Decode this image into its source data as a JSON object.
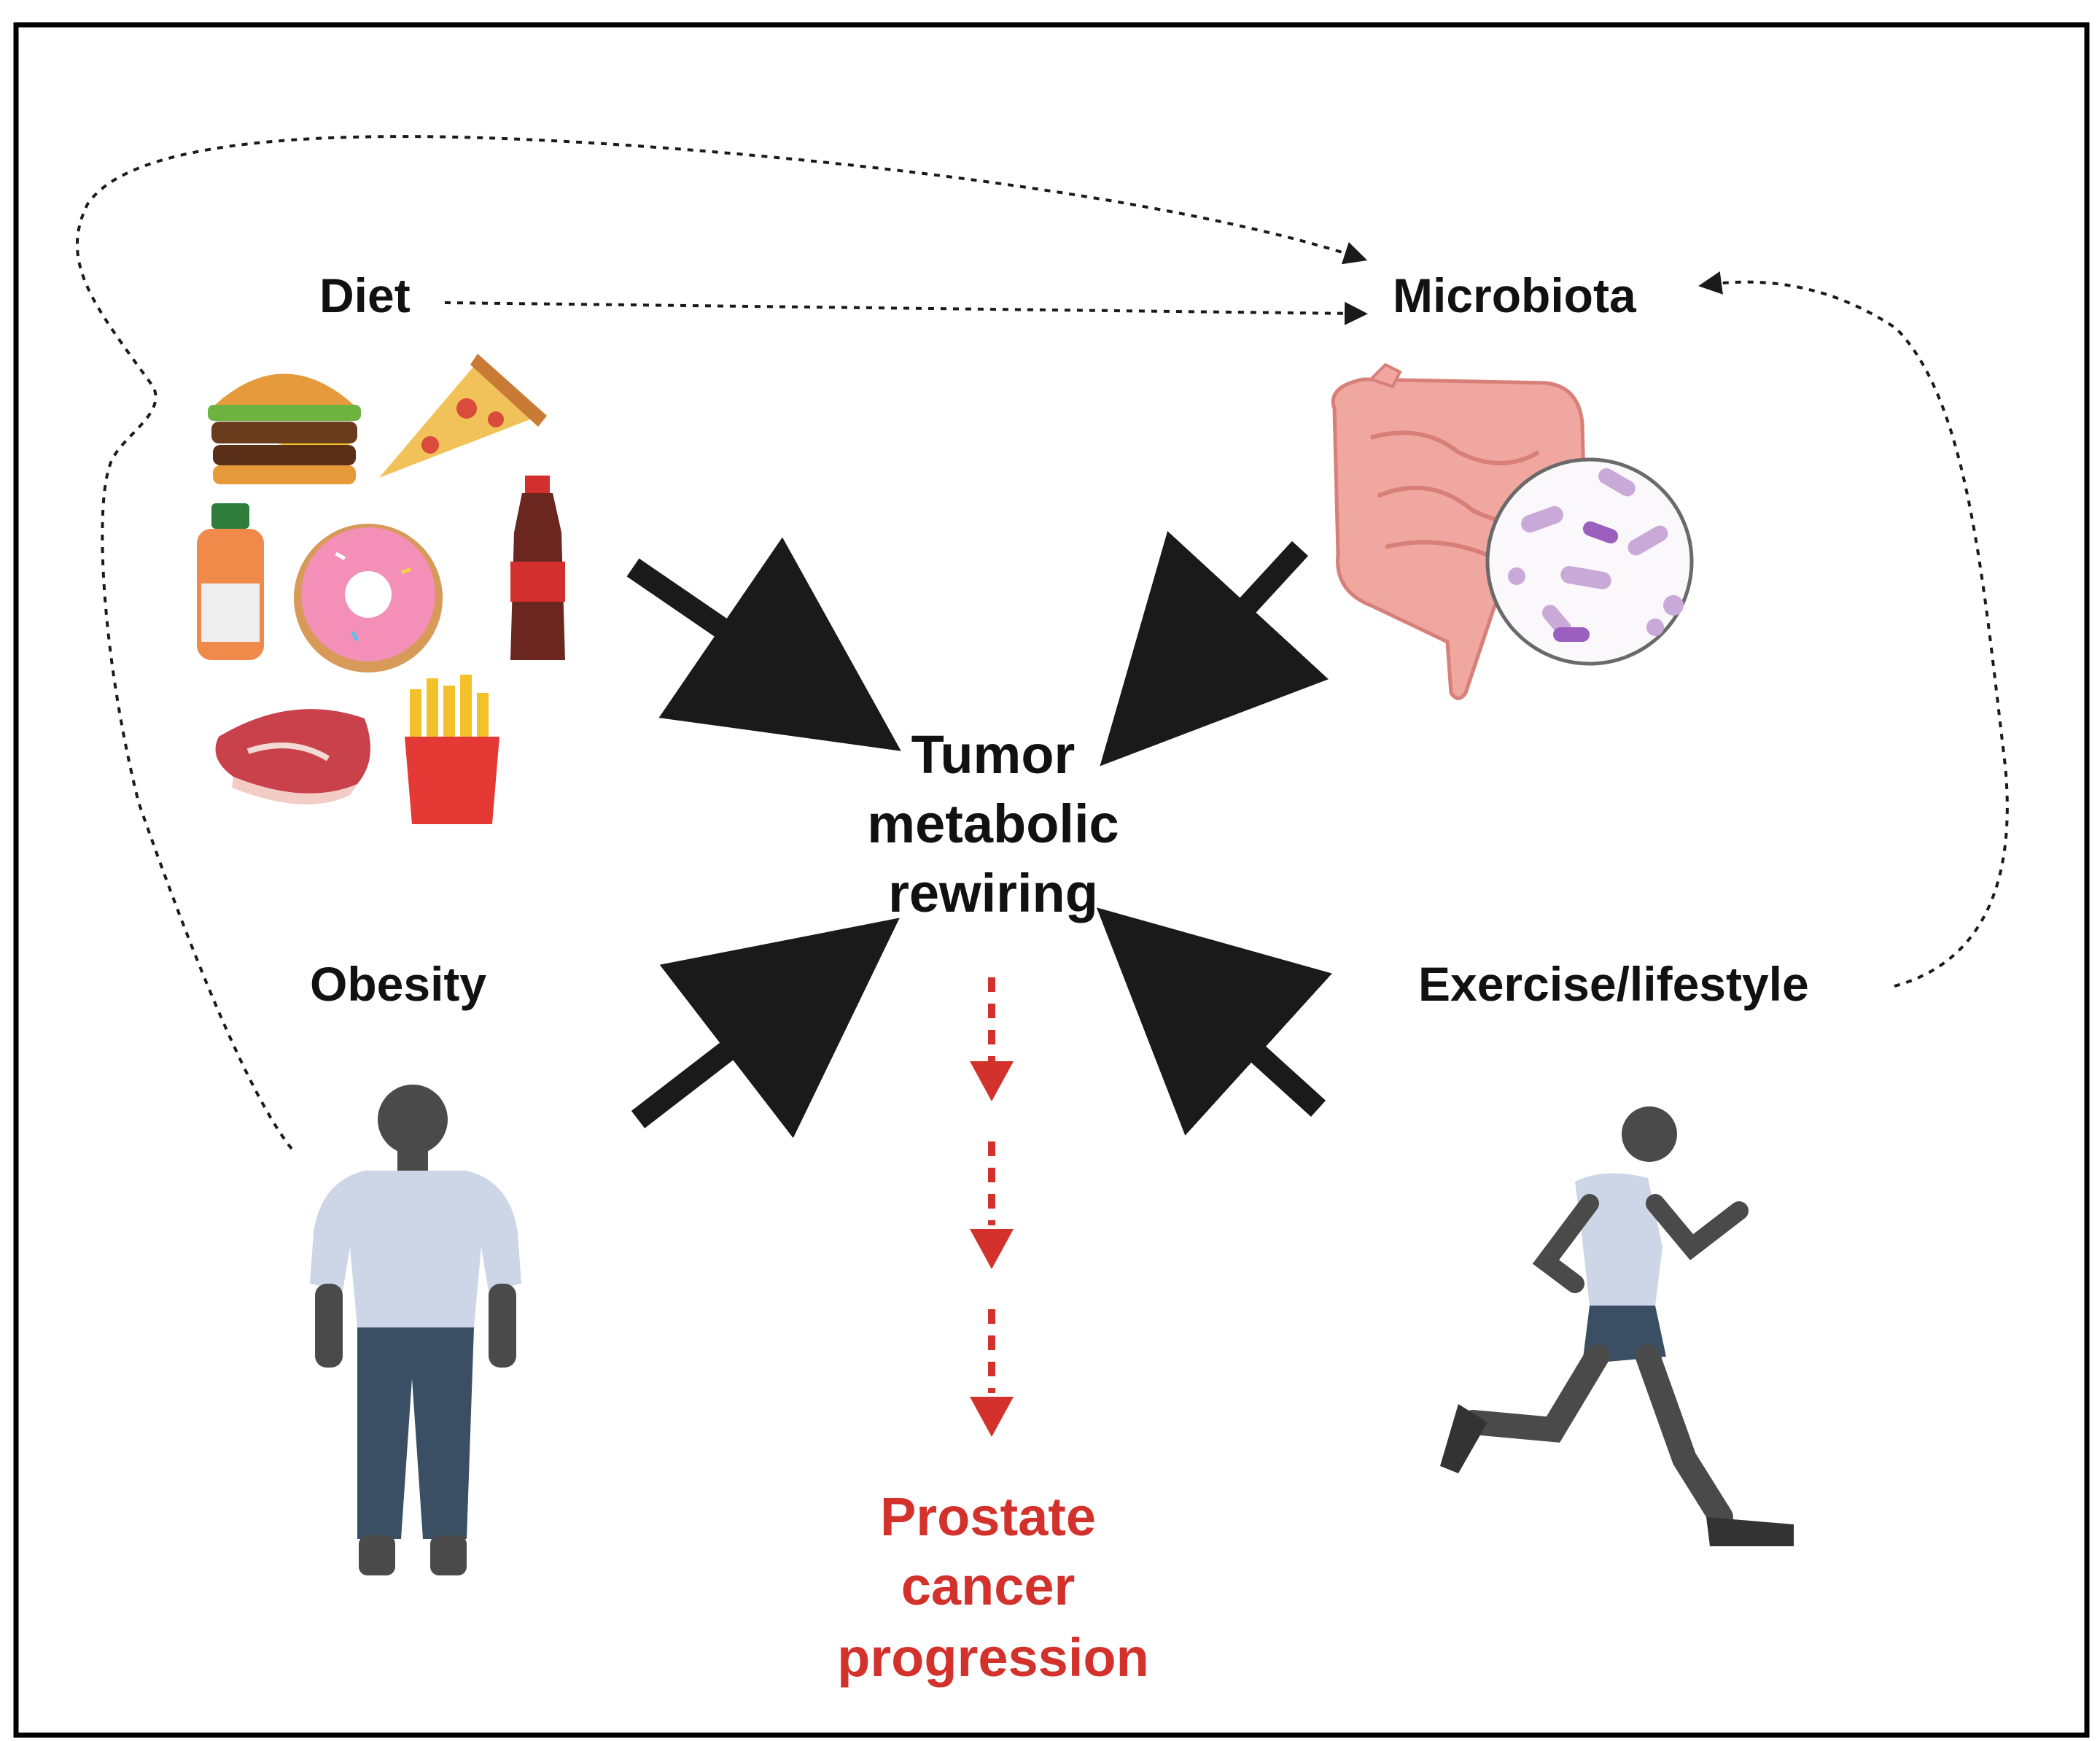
{
  "labels": {
    "diet": "Diet",
    "microbiota": "Microbiota",
    "obesity": "Obesity",
    "exercise": "Exercise/lifestyle",
    "center": [
      "Tumor",
      "metabolic",
      "rewiring"
    ],
    "outcome": [
      "Prostate",
      "cancer",
      "progression"
    ]
  },
  "colors": {
    "text": "#111111",
    "arrow": "#1a1a1a",
    "outcome": "#d3312b",
    "gut": "#f0a7a0",
    "shirt": "#cdd6e6",
    "skin": "#4a4a4a",
    "pants": "#3a4f63"
  },
  "icons": {
    "food": [
      "burger-icon",
      "pizza-icon",
      "juice-bottle-icon",
      "donut-icon",
      "cola-bottle-icon",
      "steak-icon",
      "fries-icon"
    ],
    "gut": "intestine-icon",
    "bacteria": "bacteria-magnifier-icon",
    "obese": "obese-person-icon",
    "runner": "runner-icon"
  }
}
